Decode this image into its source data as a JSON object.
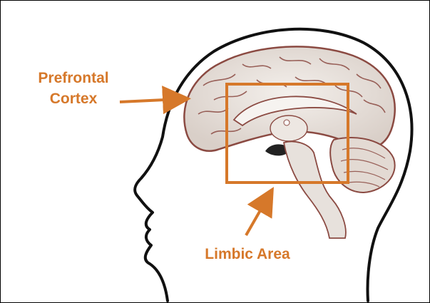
{
  "colors": {
    "annotation": "#D6782A",
    "outline": "#111111",
    "brain_fill": "#E9E3DE",
    "brain_edge": "#8B4A42",
    "background": "#FFFFFF"
  },
  "labels": {
    "prefrontal_line1": "Prefrontal",
    "prefrontal_line2": "Cortex",
    "limbic": "Limbic Area"
  }
}
